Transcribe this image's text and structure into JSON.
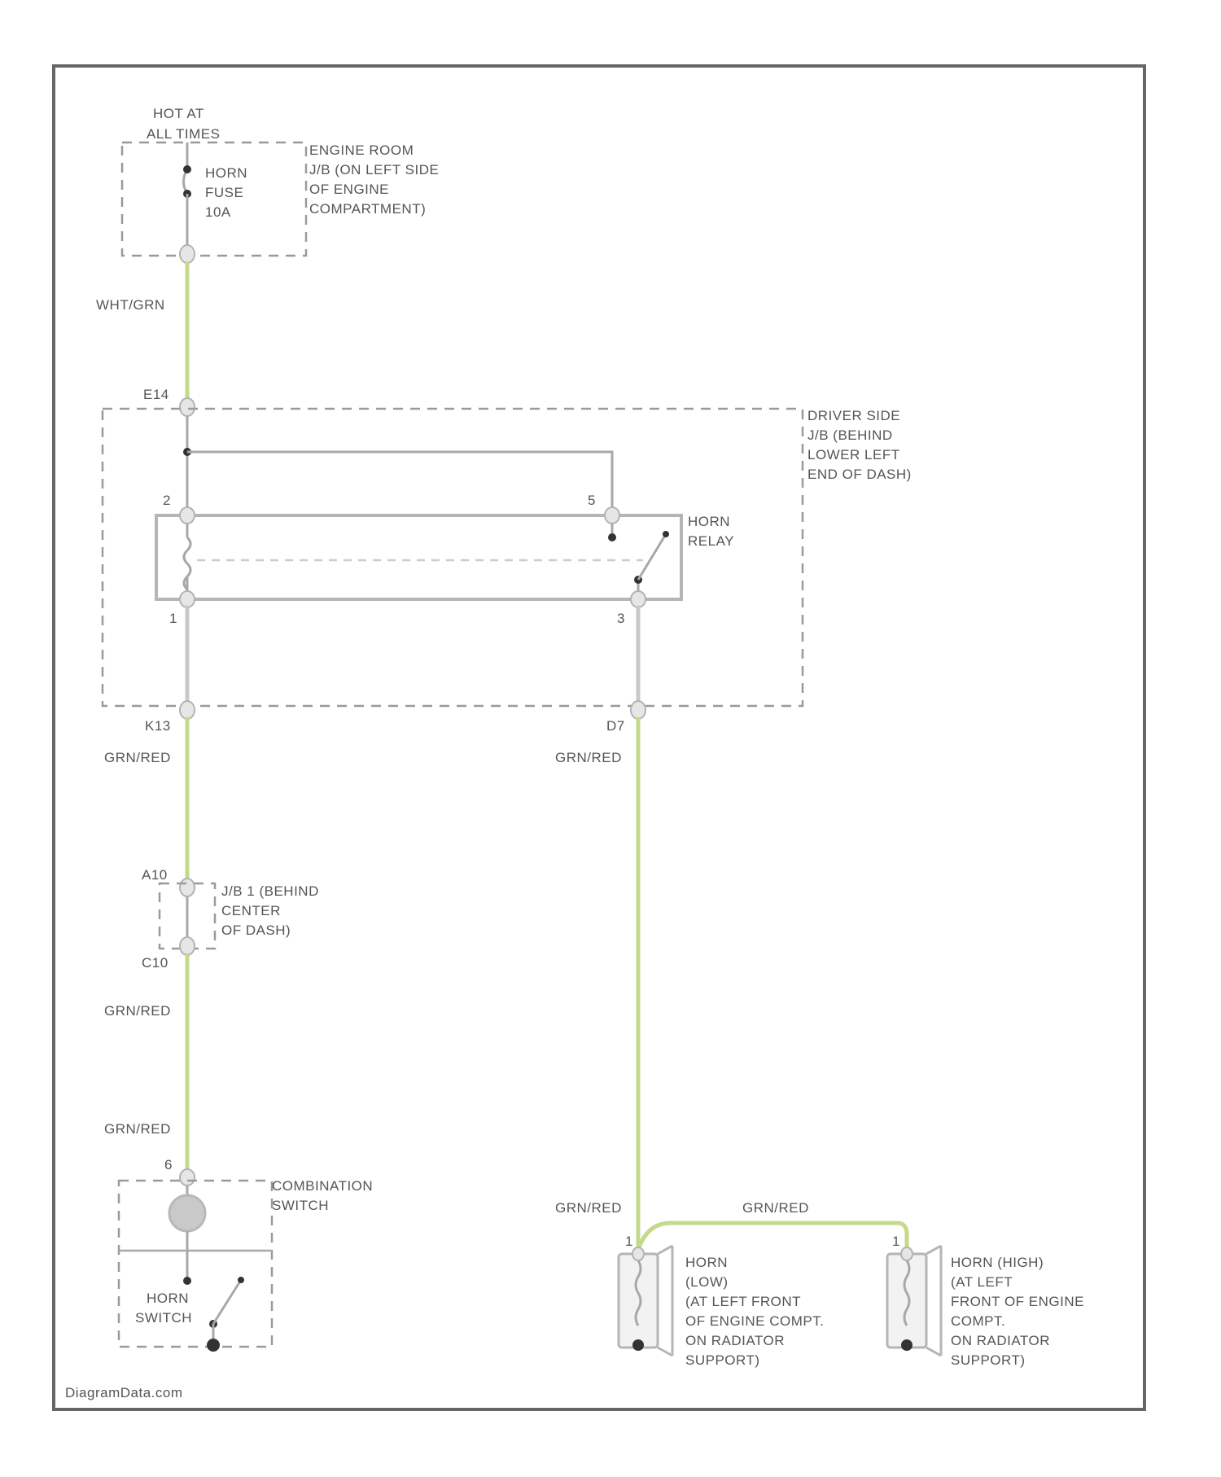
{
  "diagram": {
    "fuse_block": {
      "supply_label": [
        "HOT AT",
        "ALL TIMES"
      ],
      "location": [
        "ENGINE ROOM",
        "J/B (ON LEFT SIDE",
        "OF ENGINE",
        "COMPARTMENT)"
      ],
      "fuse_label": [
        "HORN",
        "FUSE",
        "10A"
      ]
    },
    "wires": {
      "fuse_to_jb": "WHT/GRN",
      "relay_to_jb1": "GRN/RED",
      "relay_to_horns": "GRN/RED",
      "jb1_to_switch_1": "GRN/RED",
      "jb1_to_switch_2": "GRN/RED",
      "horn_feed": "GRN/RED",
      "horn_crossover": "GRN/RED"
    },
    "driver_jb": {
      "location": [
        "DRIVER SIDE",
        "J/B (BEHIND",
        "LOWER LEFT",
        "END OF DASH)"
      ],
      "connector_in": "E14",
      "connector_out_left": "K13",
      "connector_out_right": "D7"
    },
    "horn_relay": {
      "label": [
        "HORN",
        "RELAY"
      ],
      "pins": {
        "top_left": "2",
        "top_right": "5",
        "bottom_left": "1",
        "bottom_right": "3"
      }
    },
    "jb1": {
      "location": [
        "J/B 1 (BEHIND",
        "CENTER",
        "OF DASH)"
      ],
      "connector_top": "A10",
      "connector_bottom": "C10"
    },
    "combination_switch": {
      "label": [
        "COMBINATION",
        "SWITCH"
      ],
      "pin": "6",
      "horn_switch_label": [
        "HORN",
        "SWITCH"
      ]
    },
    "horn_low": {
      "pin": "1",
      "label": [
        "HORN",
        "(LOW)",
        "(AT LEFT FRONT",
        "OF ENGINE COMPT.",
        "ON RADIATOR",
        "SUPPORT)"
      ]
    },
    "horn_high": {
      "pin": "1",
      "label": [
        "HORN (HIGH)",
        "(AT LEFT",
        "FRONT OF ENGINE",
        "COMPT.",
        "ON RADIATOR",
        "SUPPORT)"
      ]
    },
    "watermark": "DiagramData.com"
  },
  "colors": {
    "wire_green": "#c4d98a",
    "wire_gray": "#c8c8c8",
    "frame": "#666666",
    "text": "#555555"
  }
}
